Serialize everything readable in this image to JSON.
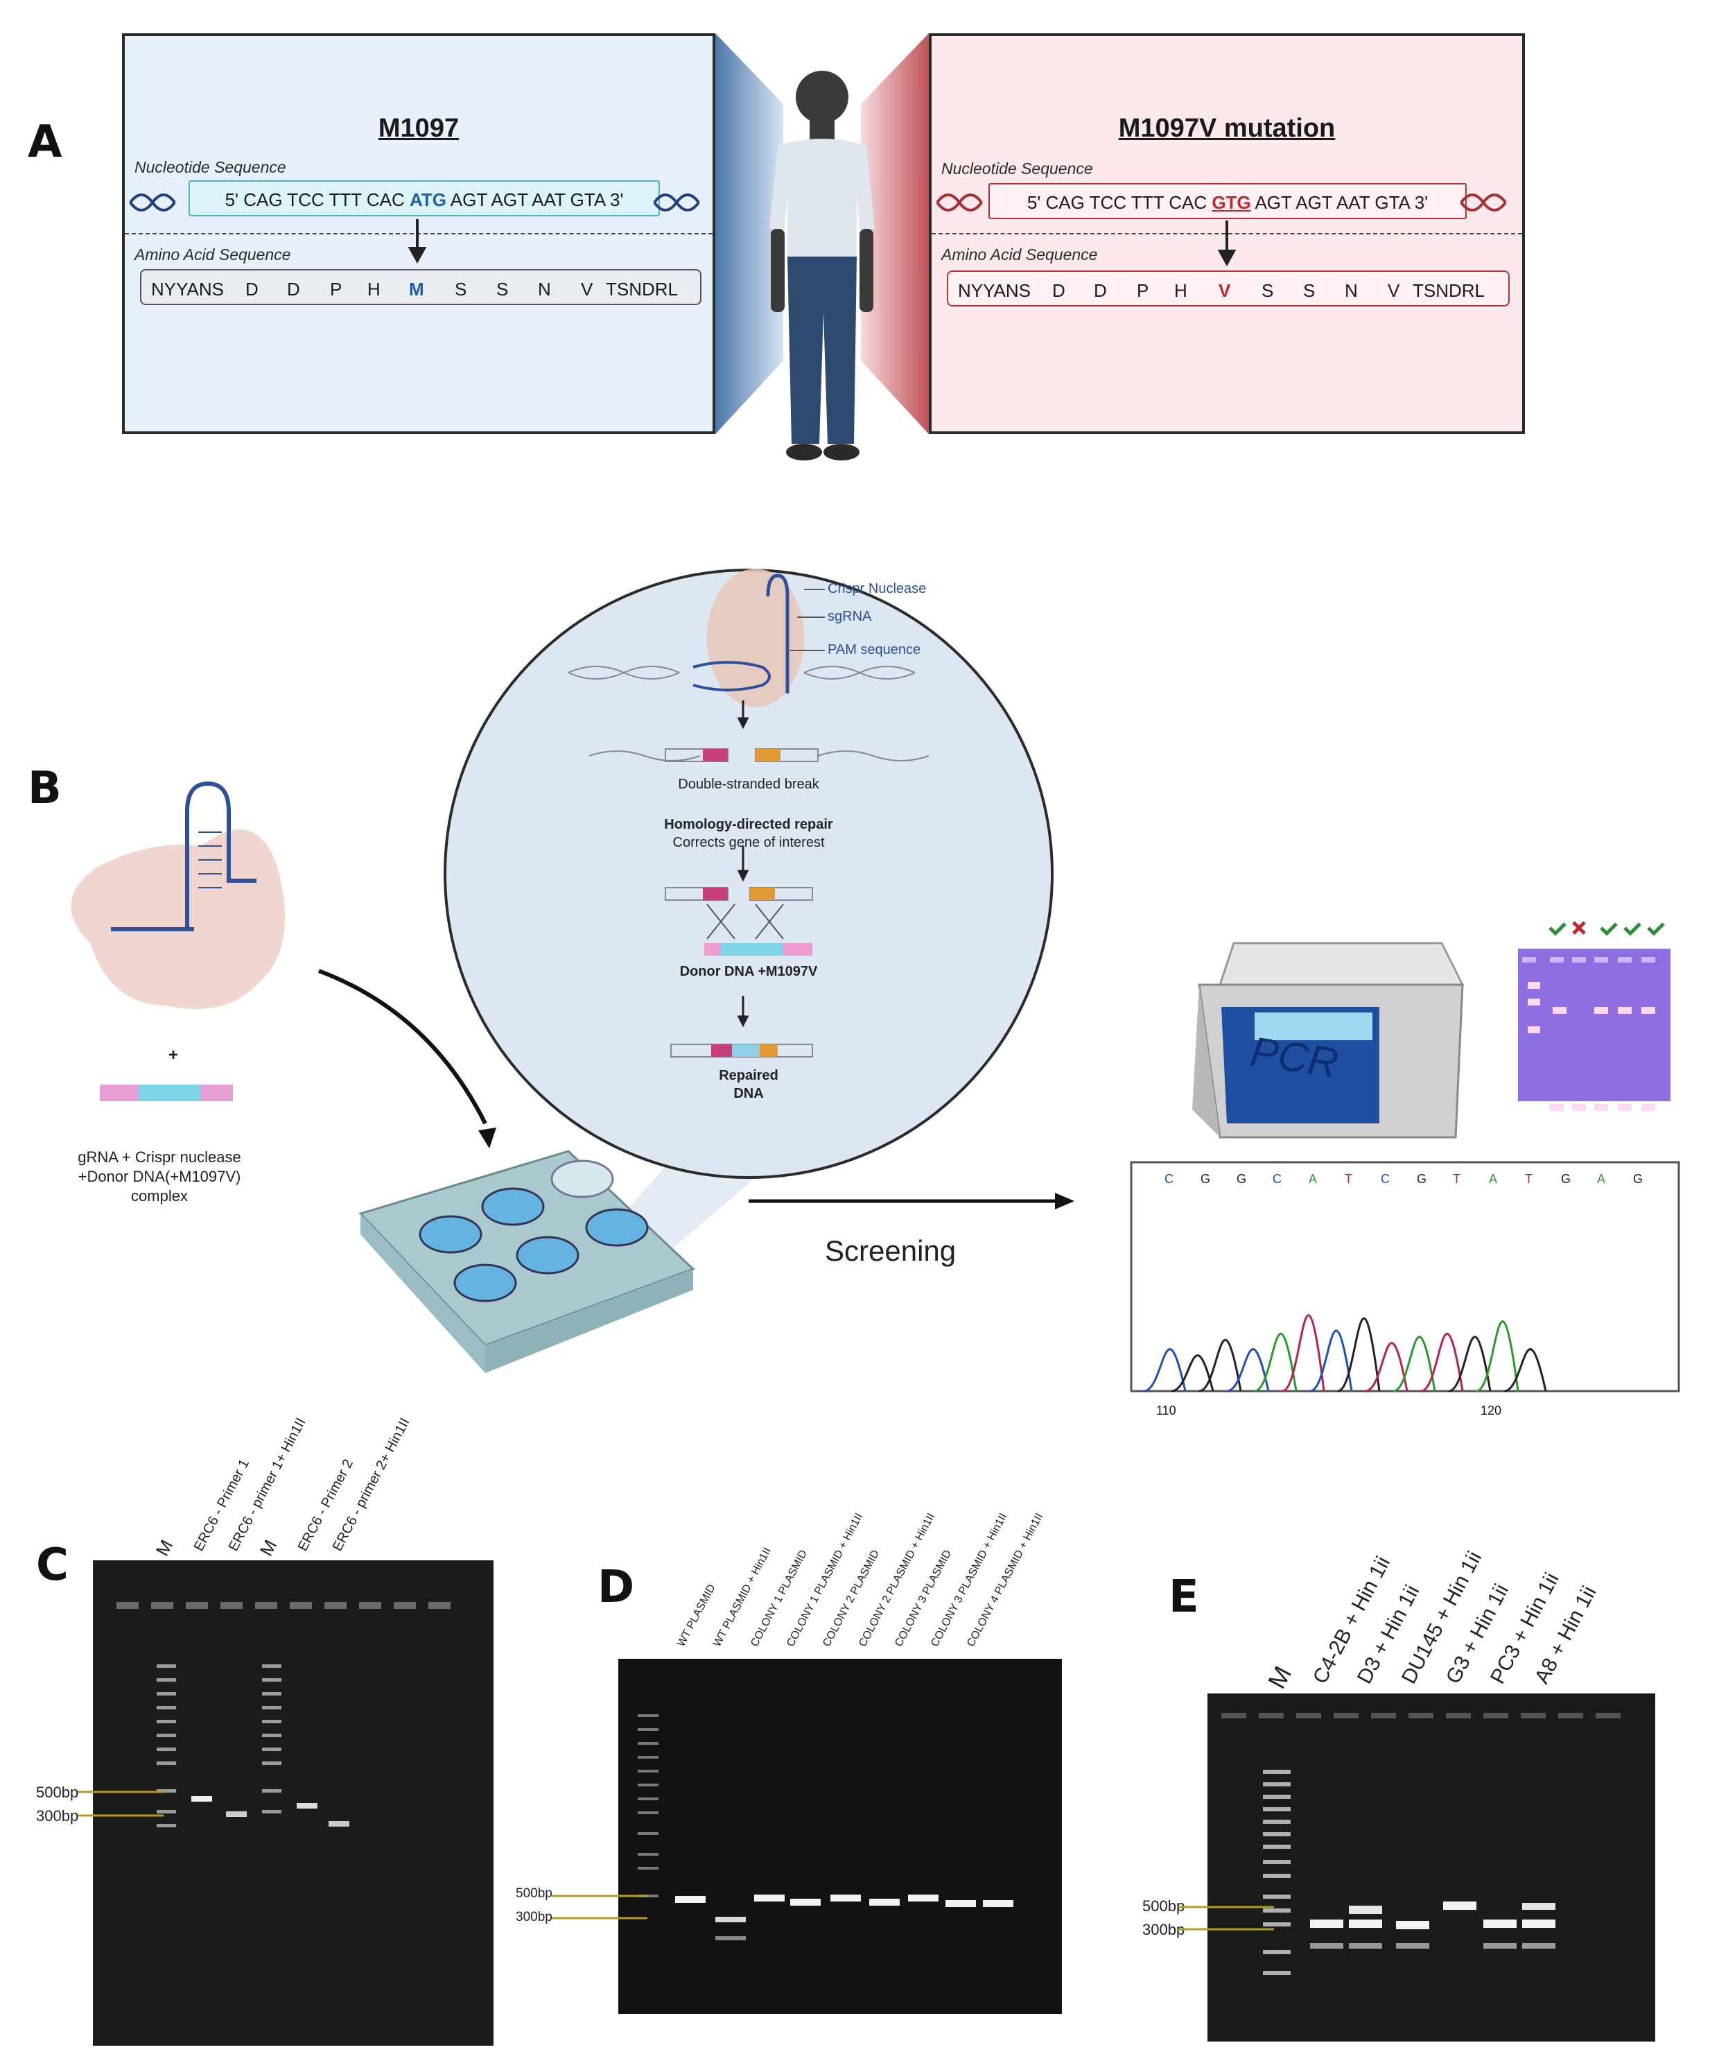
{
  "panels": {
    "a": "A",
    "b": "B",
    "c": "C",
    "d": "D",
    "e": "E"
  },
  "panel_a": {
    "left": {
      "title": "M1097",
      "nt_label": "Nucleotide Sequence",
      "nt_prefix": "5' CAG TCC TTT CAC ",
      "nt_codon": "ATG",
      "nt_suffix": " AGT AGT AAT GTA 3'",
      "aa_label": "Amino Acid Sequence",
      "aa": [
        "NYYANS",
        "D",
        "D",
        "P",
        "H",
        "M",
        "S",
        "S",
        "N",
        "V",
        "TSNDRL"
      ]
    },
    "right": {
      "title": "M1097V mutation",
      "nt_label": "Nucleotide Sequence",
      "nt_prefix": "5' CAG TCC TTT CAC ",
      "nt_codon": "GTG",
      "nt_suffix": " AGT AGT AAT GTA 3'",
      "aa_label": "Amino Acid Sequence",
      "aa": [
        "NYYANS",
        "D",
        "D",
        "P",
        "H",
        "V",
        "S",
        "S",
        "N",
        "V",
        "TSNDRL"
      ]
    },
    "colors": {
      "wt": "#1f5fa8",
      "mut": "#c0262d"
    }
  },
  "panel_b": {
    "crispr_labels": {
      "nuclease": "Crispr Nuclease",
      "sgrna": "sgRNA",
      "pam": "PAM sequence"
    },
    "dsb": "Double-stranded break",
    "hdr_title": "Homology-directed repair",
    "hdr_sub": "Corrects gene of interest",
    "donor": "Donor DNA +M1097V",
    "repaired_1": "Repaired",
    "repaired_2": "DNA",
    "complex_plus": "+",
    "complex_1": "gRNA + Crispr nuclease",
    "complex_2": "+Donor DNA(+M1097V)",
    "complex_3": "complex",
    "screening": "Screening",
    "pcr": "PCR",
    "bases": [
      "C",
      "G",
      "G",
      "C",
      "A",
      "T",
      "C",
      "G",
      "T",
      "A",
      "T",
      "G",
      "A",
      "G"
    ],
    "axis_ticks": [
      "110",
      "120"
    ]
  },
  "panel_c": {
    "lanes": [
      "M",
      "ERC6 - Primer 1",
      "ERC6 - primer 1+ Hin1II",
      "M",
      "ERC6 - Primer 2",
      "ERC6 - primer 2+ Hin1II"
    ],
    "bp500": "500bp",
    "bp300": "300bp"
  },
  "panel_d": {
    "lanes": [
      "WT PLASMID",
      "WT PLASMID + Hin1II",
      "COLONY 1 PLASMID",
      "COLONY 1 PLASMID + Hin1II",
      "COLONY 2 PLASMID",
      "COLONY 2 PLASMID + Hin1II",
      "COLONY 3 PLASMID",
      "COLONY 3 PLASMID + Hin1II",
      "COLONY 4 PLASMID + Hin1II"
    ],
    "bp500": "500bp",
    "bp300": "300bp"
  },
  "panel_e": {
    "lanes": [
      "M",
      "C4-2B + Hin 1ii",
      "D3 + Hin 1ii",
      "DU145 + Hin 1ii",
      "G3 + Hin 1ii",
      "PC3 + Hin 1ii",
      "A8 + Hin 1ii"
    ],
    "bp500": "500bp",
    "bp300": "300bp"
  }
}
